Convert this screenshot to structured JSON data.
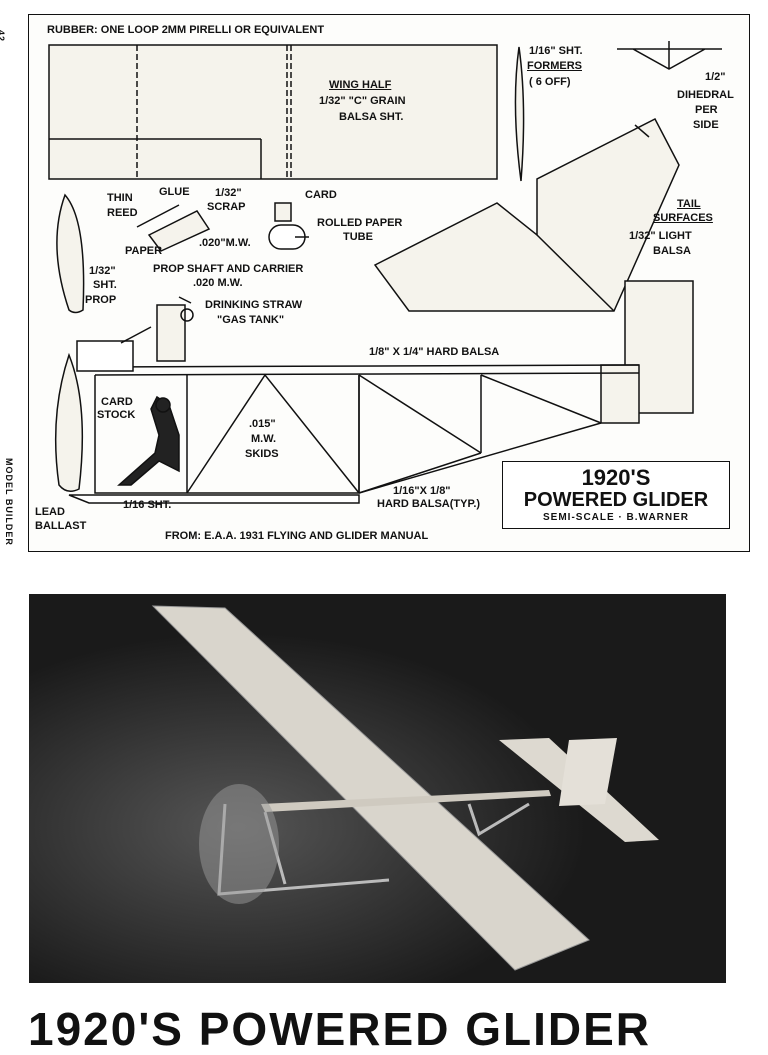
{
  "margin": {
    "page_number": "42",
    "magazine": "MODEL BUILDER"
  },
  "plan": {
    "rubber": "RUBBER: ONE LOOP 2MM PIRELLI OR EQUIVALENT",
    "wing_half": "WING HALF",
    "wing_spec_1": "1/32\" \"C\" GRAIN",
    "wing_spec_2": "BALSA SHT.",
    "formers_1": "1/16\" SHT.",
    "formers_2": "FORMERS",
    "formers_3": "( 6 OFF)",
    "dihedral_value": "1/2\"",
    "dihedral_1": "DIHEDRAL",
    "dihedral_2": "PER",
    "dihedral_3": "SIDE",
    "thin_reed_1": "THIN",
    "thin_reed_2": "REED",
    "glue": "GLUE",
    "scrap_1": "1/32\"",
    "scrap_2": "SCRAP",
    "paper": "PAPER",
    "mw_020": ".020\"M.W.",
    "card": "CARD",
    "rolled_1": "ROLLED PAPER",
    "rolled_2": "TUBE",
    "tail_1": "TAIL",
    "tail_2": "SURFACES",
    "tail_3": "1/32\" LIGHT",
    "tail_4": "BALSA",
    "prop_1": "1/32\"",
    "prop_2": "SHT.",
    "prop_3": "PROP",
    "shaft_1": "PROP SHAFT AND CARRIER",
    "shaft_2": ".020 M.W.",
    "straw_1": "DRINKING STRAW",
    "straw_2": "\"GAS TANK\"",
    "boom": "1/8\" X 1/4\" HARD BALSA",
    "card_stock_1": "CARD",
    "card_stock_2": "STOCK",
    "skids_1": ".015\"",
    "skids_2": "M.W.",
    "skids_3": "SKIDS",
    "hard_balsa_1": "1/16\"X 1/8\"",
    "hard_balsa_2": "HARD BALSA(TYP.)",
    "sht_116": "1/16 SHT.",
    "lead_1": "LEAD",
    "lead_2": "BALLAST",
    "source": "FROM: E.A.A. 1931 FLYING AND GLIDER MANUAL",
    "title_1": "1920'S",
    "title_2": "POWERED GLIDER",
    "title_3": "SEMI-SCALE · B.WARNER"
  },
  "headline": "1920'S POWERED GLIDER"
}
